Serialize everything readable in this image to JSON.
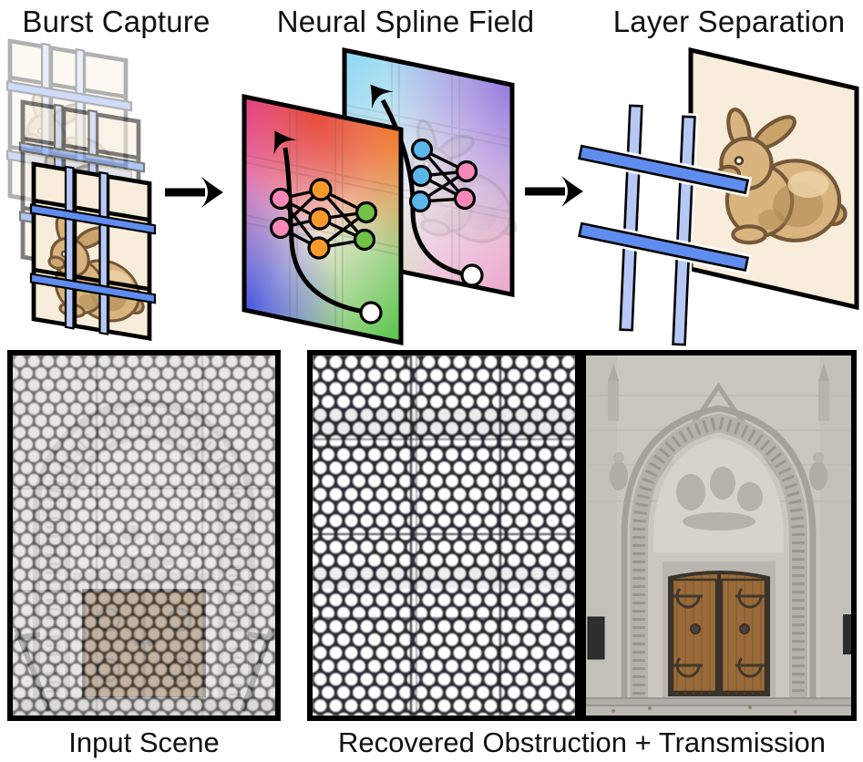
{
  "pipeline": {
    "stages": [
      {
        "label": "Burst Capture"
      },
      {
        "label": "Neural Spline Field"
      },
      {
        "label": "Layer Separation"
      }
    ],
    "arrows": [
      {
        "icon": "arrow-right-icon"
      },
      {
        "icon": "arrow-right-icon"
      }
    ]
  },
  "results": {
    "input_caption": "Input Scene",
    "recovered_caption": "Recovered Obstruction + Transmission"
  },
  "colors": {
    "background": "#ffffff",
    "outline": "#000000",
    "frame_paper": "#f8edda",
    "bunny_tan": "#d9b47e",
    "obstruction_bar_light": "#b6c9f6",
    "obstruction_bar_dark": "#5f8def",
    "node_pink": "#f888b8",
    "node_orange": "#f89a2b",
    "node_green": "#71c144",
    "node_blue": "#5cb6ea",
    "node_white": "#ffffff"
  }
}
